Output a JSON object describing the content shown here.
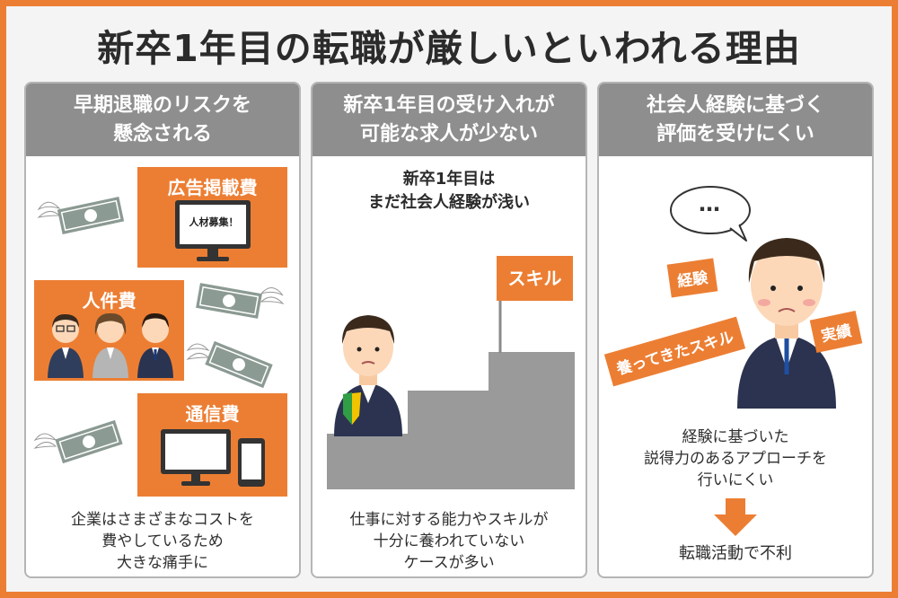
{
  "title": "新卒1年目の転職が厳しいといわれる理由",
  "panels": [
    {
      "heading_line1": "早期退職のリスクを",
      "heading_line2": "懸念される",
      "box_ad": "広告掲載費",
      "monitor_text": "人材募集！",
      "box_personnel": "人件費",
      "box_comm": "通信費",
      "caption_line1": "企業はさまざまなコストを",
      "caption_line2": "費やしているため",
      "caption_line3": "大きな痛手に"
    },
    {
      "heading_line1": "新卒1年目の受け入れが",
      "heading_line2": "可能な求人が少ない",
      "sub_line1": "新卒1年目は",
      "sub_line2": "まだ社会人経験が浅い",
      "flag_label": "スキル",
      "caption_line1": "仕事に対する能力やスキルが",
      "caption_line2": "十分に養われていない",
      "caption_line3": "ケースが多い"
    },
    {
      "heading_line1": "社会人経験に基づく",
      "heading_line2": "評価を受けにくい",
      "bubble_text": "…",
      "tag_experience": "経験",
      "tag_achievements": "実績",
      "tag_skills": "養ってきたスキル",
      "caption_line1": "経験に基づいた",
      "caption_line2": "説得力のあるアプローチを",
      "caption_line3": "行いにくい",
      "result_text": "転職活動で不利"
    }
  ],
  "colors": {
    "accent": "#ec7e33",
    "panel_header": "#8e8e8e",
    "stairs": "#9a9a9a",
    "money": "#8b9a92"
  }
}
